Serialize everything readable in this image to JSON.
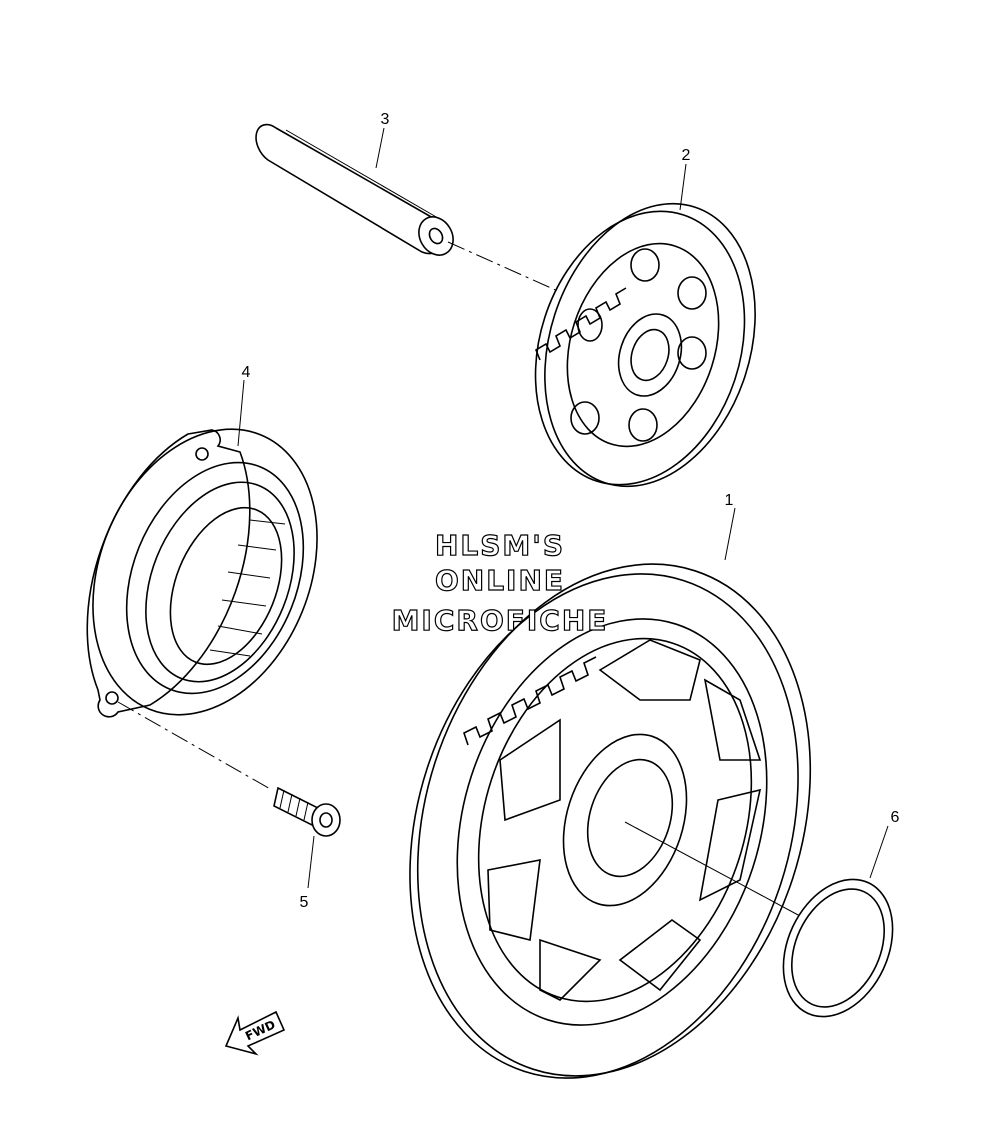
{
  "diagram": {
    "parts": [
      {
        "number": "1",
        "part": "gear-wheel-large"
      },
      {
        "number": "2",
        "part": "idle-gear"
      },
      {
        "number": "3",
        "part": "shaft"
      },
      {
        "number": "4",
        "part": "one-way-clutch-housing"
      },
      {
        "number": "5",
        "part": "bolt"
      },
      {
        "number": "6",
        "part": "washer-ring"
      }
    ],
    "watermark": [
      "HLSM'S",
      "ONLINE",
      "MICROFICHE"
    ],
    "direction_label": "FWD"
  }
}
